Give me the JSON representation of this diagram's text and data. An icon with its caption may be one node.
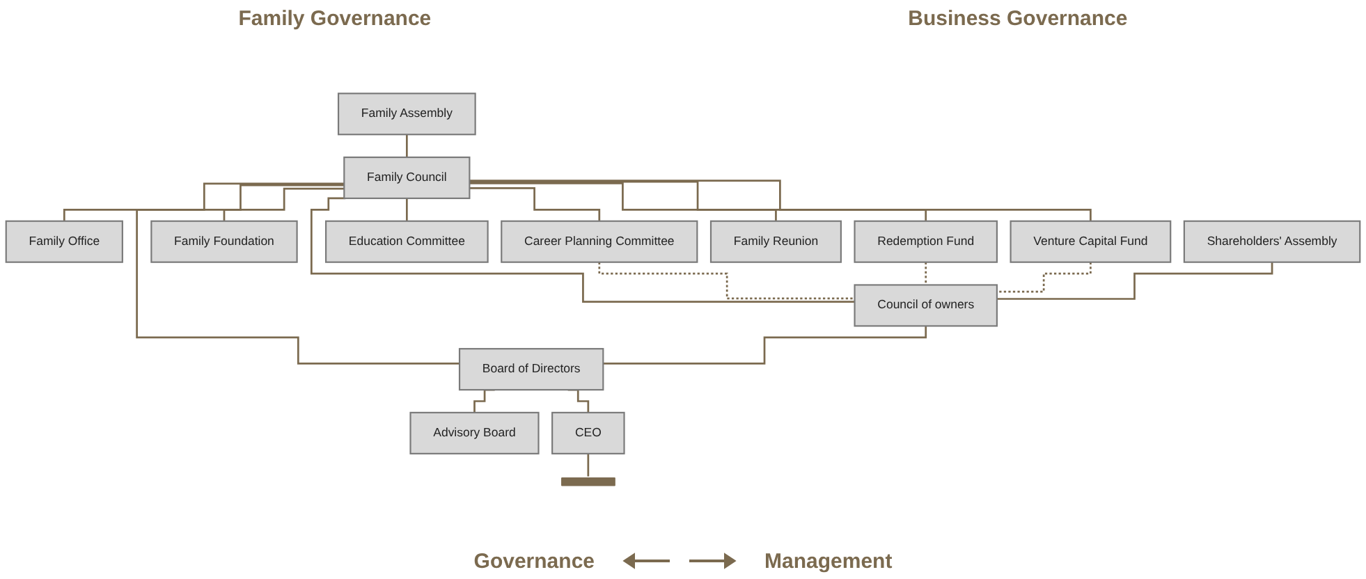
{
  "diagram": {
    "nodes": [
      {
        "text": [
          "Family Assembly"
        ]
      },
      {
        "text": [
          "Family Council"
        ]
      },
      {
        "text": [
          "Family Office"
        ]
      },
      {
        "text": [
          "Career Planning Committee"
        ]
      },
      {
        "text": [
          "Family Foundation"
        ]
      },
      {
        "text": [
          "Redemption Fund"
        ]
      },
      {
        "text": [
          "Education  Committee"
        ]
      },
      {
        "text": [
          "Venture Capital Fund"
        ]
      },
      {
        "text": [
          "Family Reunion"
        ]
      },
      {
        "text": [
          "Shareholders' Assembly"
        ]
      },
      {
        "text": [
          "Council of owners"
        ]
      },
      {
        "text": [
          "Board of Directors"
        ]
      },
      {
        "text": [
          "Advisory Board"
        ]
      },
      {
        "text": [
          "CEO"
        ]
      },
      {
        "text": [],
        "shape": "bar"
      }
    ],
    "edges": [
      {
        "from": 0,
        "to": 1,
        "arrow": "none"
      },
      {
        "from": 1,
        "to": 2,
        "arrow": "none"
      },
      {
        "from": 1,
        "to": 3,
        "arrow": "none"
      },
      {
        "from": 1,
        "to": 4,
        "arrow": "none"
      },
      {
        "from": 1,
        "to": 5,
        "arrow": "none"
      },
      {
        "from": 1,
        "to": 6,
        "arrow": "none"
      },
      {
        "from": 1,
        "to": 7,
        "arrow": "none"
      },
      {
        "from": 1,
        "to": 8,
        "arrow": "none"
      },
      {
        "from": 1,
        "to": 10,
        "arrow": "none"
      },
      {
        "from": 1,
        "to": 11,
        "arrow": "none"
      },
      {
        "from": 3,
        "to": 10,
        "arrow": "none",
        "style": "dashed"
      },
      {
        "from": 5,
        "to": 10,
        "arrow": "none",
        "style": "dashed"
      },
      {
        "from": 7,
        "to": 10,
        "arrow": "none",
        "style": "dashed"
      },
      {
        "from": 9,
        "to": 10,
        "arrow": "none"
      },
      {
        "from": 10,
        "to": 11,
        "arrow": "none"
      },
      {
        "from": 11,
        "to": 12,
        "arrow": "none"
      },
      {
        "from": 11,
        "to": 13,
        "arrow": "none"
      },
      {
        "from": 13,
        "to": 14,
        "arrow": "none"
      }
    ],
    "labels": [
      "Family Governance",
      "Business Governance",
      "Governance",
      "Management"
    ]
  }
}
